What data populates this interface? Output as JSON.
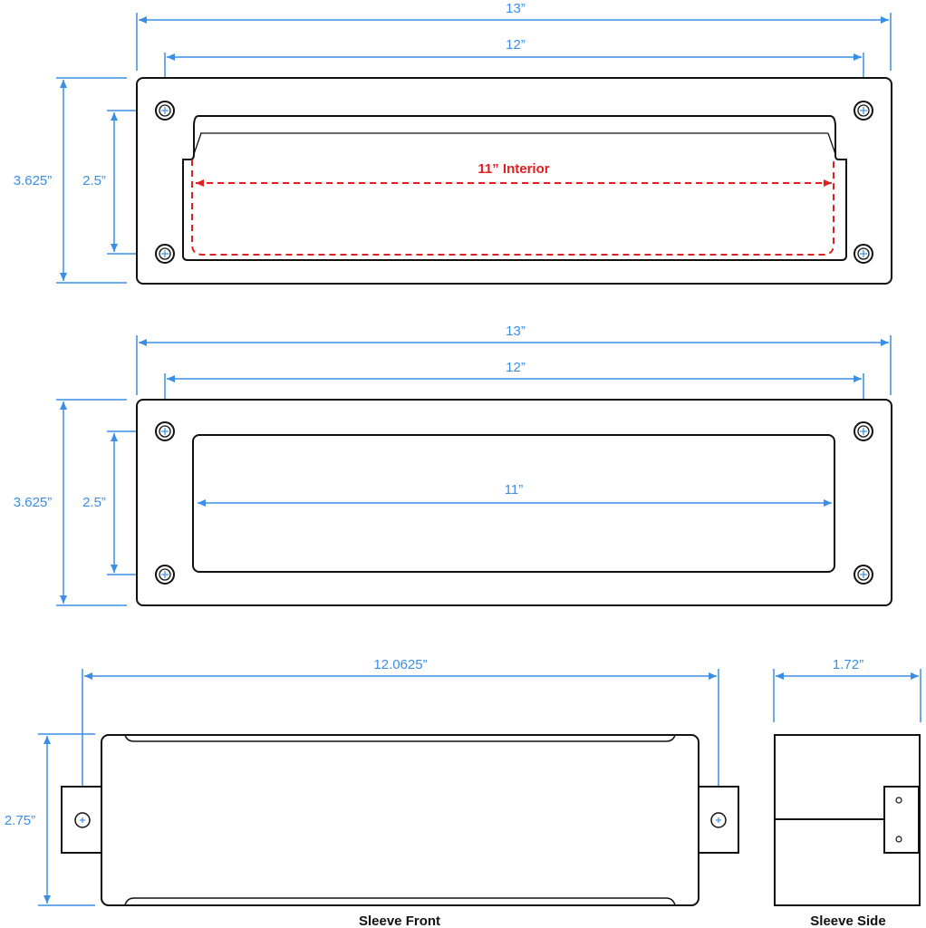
{
  "colors": {
    "dimension": "#3a8ee6",
    "interior": "#e02020",
    "outline": "#111111",
    "background": "#ffffff"
  },
  "top_view": {
    "overall_width": "13”",
    "screw_spacing": "12”",
    "overall_height": "3.625”",
    "screw_height": "2.5”",
    "interior_width": "11” Interior"
  },
  "middle_view": {
    "overall_width": "13”",
    "screw_spacing": "12”",
    "overall_height": "3.625”",
    "screw_height": "2.5”",
    "opening_width": "11”"
  },
  "sleeve_front": {
    "length": "12.0625”",
    "height": "2.75”",
    "caption": "Sleeve Front"
  },
  "sleeve_side": {
    "depth": "1.72”",
    "caption": "Sleeve Side"
  }
}
